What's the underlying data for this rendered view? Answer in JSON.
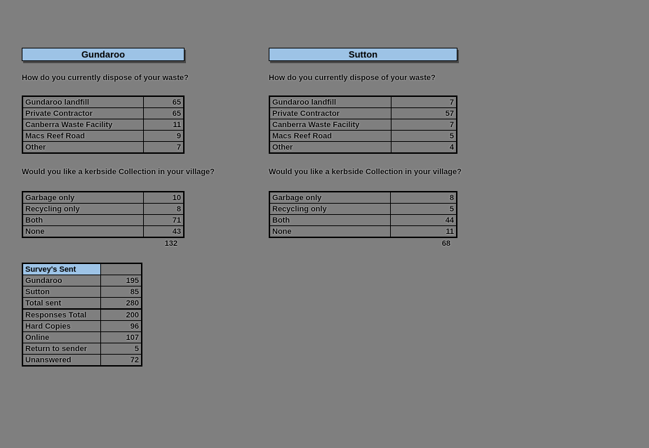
{
  "colors": {
    "background": "#7f7f7f",
    "header_fill": "#9dc3e6",
    "border": "#000000",
    "text": "#000000"
  },
  "questions": {
    "q1": "How do you currently dispose of your waste?",
    "q2": "Would you like a kerbside Collection in your village?"
  },
  "gundaroo": {
    "title": "Gundaroo",
    "disposal_rows": [
      {
        "label": "Gundaroo landfill",
        "value": "65"
      },
      {
        "label": "Private Contractor",
        "value": "65"
      },
      {
        "label": "Canberra Waste Facility",
        "value": "11"
      },
      {
        "label": "Macs Reef Road",
        "value": "9"
      },
      {
        "label": "Other",
        "value": "7"
      }
    ],
    "kerbside_rows": [
      {
        "label": "Garbage only",
        "value": "10"
      },
      {
        "label": "Recycling only",
        "value": "8"
      },
      {
        "label": "Both",
        "value": "71"
      },
      {
        "label": "None",
        "value": "43"
      }
    ],
    "kerbside_total": "132"
  },
  "sutton": {
    "title": "Sutton",
    "disposal_rows": [
      {
        "label": "Gundaroo landfill",
        "value": "7"
      },
      {
        "label": "Private Contractor",
        "value": "57"
      },
      {
        "label": "Canberra Waste Facility",
        "value": "7"
      },
      {
        "label": "Macs Reef Road",
        "value": "5"
      },
      {
        "label": "Other",
        "value": "4"
      }
    ],
    "kerbside_rows": [
      {
        "label": "Garbage only",
        "value": "8"
      },
      {
        "label": "Recycling only",
        "value": "5"
      },
      {
        "label": "Both",
        "value": "44"
      },
      {
        "label": "None",
        "value": "11"
      }
    ],
    "kerbside_total": "68"
  },
  "surveys": {
    "title": "Survey's Sent",
    "rows": [
      {
        "label": "Gundaroo",
        "value": "195"
      },
      {
        "label": "Sutton",
        "value": "85"
      },
      {
        "label": "Total sent",
        "value": "280"
      },
      {
        "label": "Responses Total",
        "value": "200"
      },
      {
        "label": "Hard Copies",
        "value": "96"
      },
      {
        "label": "Online",
        "value": "107"
      },
      {
        "label": "Return to sender",
        "value": "5"
      },
      {
        "label": "Unanswered",
        "value": "72"
      }
    ]
  }
}
